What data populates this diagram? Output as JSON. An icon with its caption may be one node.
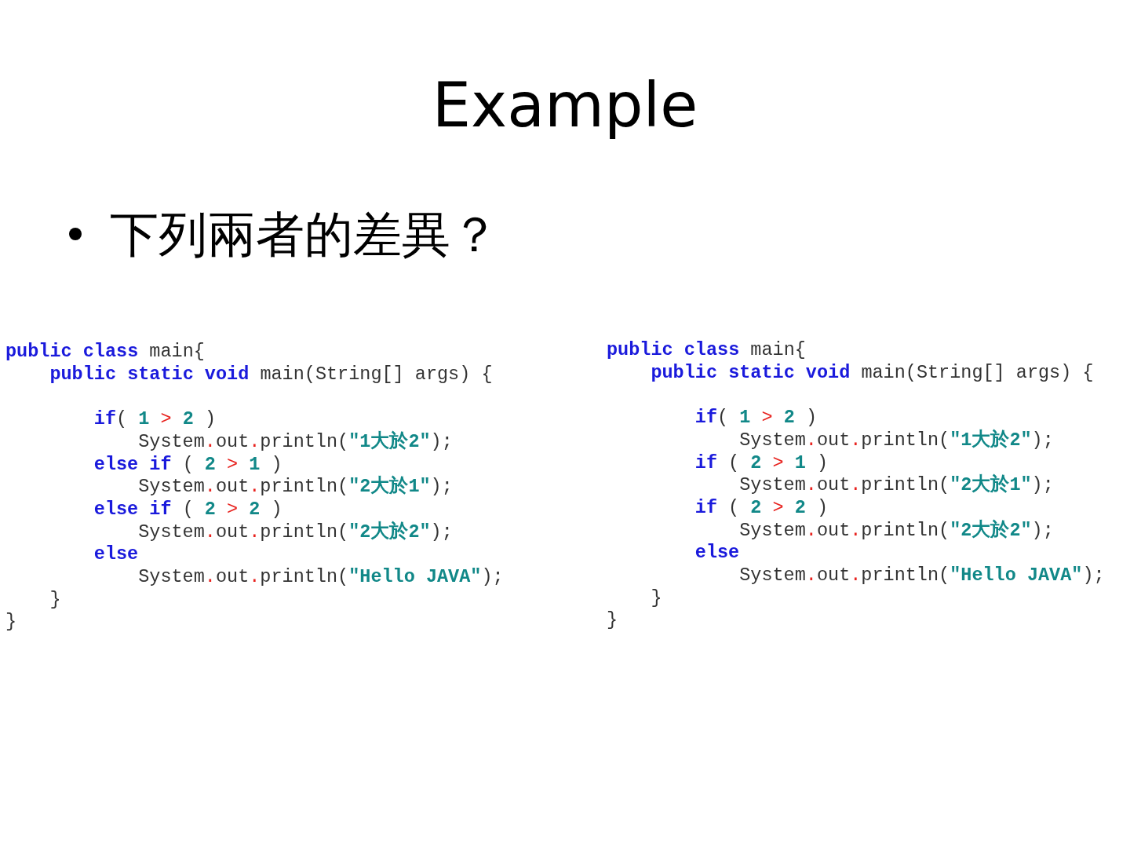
{
  "diagram": {
    "title": "Example",
    "labels": [
      "下列兩者的差異？",
      "public class main{",
      "public static void main(String[] args) {",
      "if( 1 > 2 )",
      "System.out.println(\"1大於2\");",
      "else if ( 2 > 1 )",
      "System.out.println(\"2大於1\");",
      "else if ( 2 > 2 )",
      "System.out.println(\"2大於2\");",
      "else",
      "System.out.println(\"Hello JAVA\");",
      "}",
      "}",
      "public class main{",
      "public static void main(String[] args) {",
      "if( 1 > 2 )",
      "System.out.println(\"1大於2\");",
      "if ( 2 > 1 )",
      "System.out.println(\"2大於1\");",
      "if ( 2 > 2 )",
      "System.out.println(\"2大於2\");",
      "else",
      "System.out.println(\"Hello JAVA\");",
      "}",
      "}"
    ]
  }
}
